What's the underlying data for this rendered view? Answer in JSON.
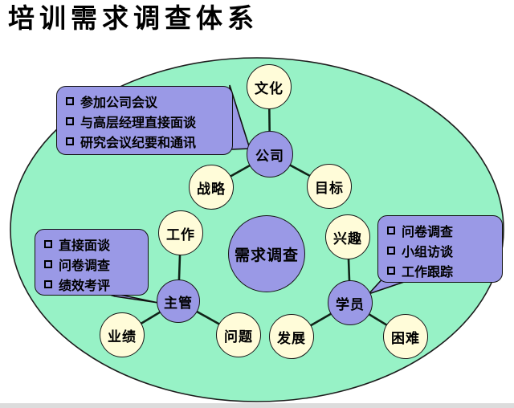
{
  "title": "培训需求调查体系",
  "colors": {
    "ellipse_fill": "#97f2c6",
    "node_purple": "#9a99e6",
    "node_yellow": "#fffcd9",
    "callout_fill": "#9a99e6",
    "outline": "#161616",
    "bottom_bar": "#dcdcdc"
  },
  "center_node": {
    "label": "需求调查"
  },
  "nodes": {
    "wenhua": {
      "label": "文化"
    },
    "gongsi": {
      "label": "公司"
    },
    "zhanlue": {
      "label": "战略"
    },
    "mubiao": {
      "label": "目标"
    },
    "gongzuo": {
      "label": "工作"
    },
    "xingqu": {
      "label": "兴趣"
    },
    "zhuguan": {
      "label": "主管"
    },
    "yeji": {
      "label": "业绩"
    },
    "wenti": {
      "label": "问题"
    },
    "fazhan": {
      "label": "发展"
    },
    "xueyuan": {
      "label": "学员"
    },
    "kunnan": {
      "label": "困难"
    }
  },
  "callouts": {
    "company": {
      "items": [
        "参加公司会议",
        "与高层经理直接面谈",
        "研究会议纪要和通讯"
      ]
    },
    "manager": {
      "items": [
        "直接面谈",
        "问卷调查",
        "绩效考评"
      ]
    },
    "student": {
      "items": [
        "问卷调查",
        "小组访谈",
        "工作跟踪"
      ]
    }
  }
}
